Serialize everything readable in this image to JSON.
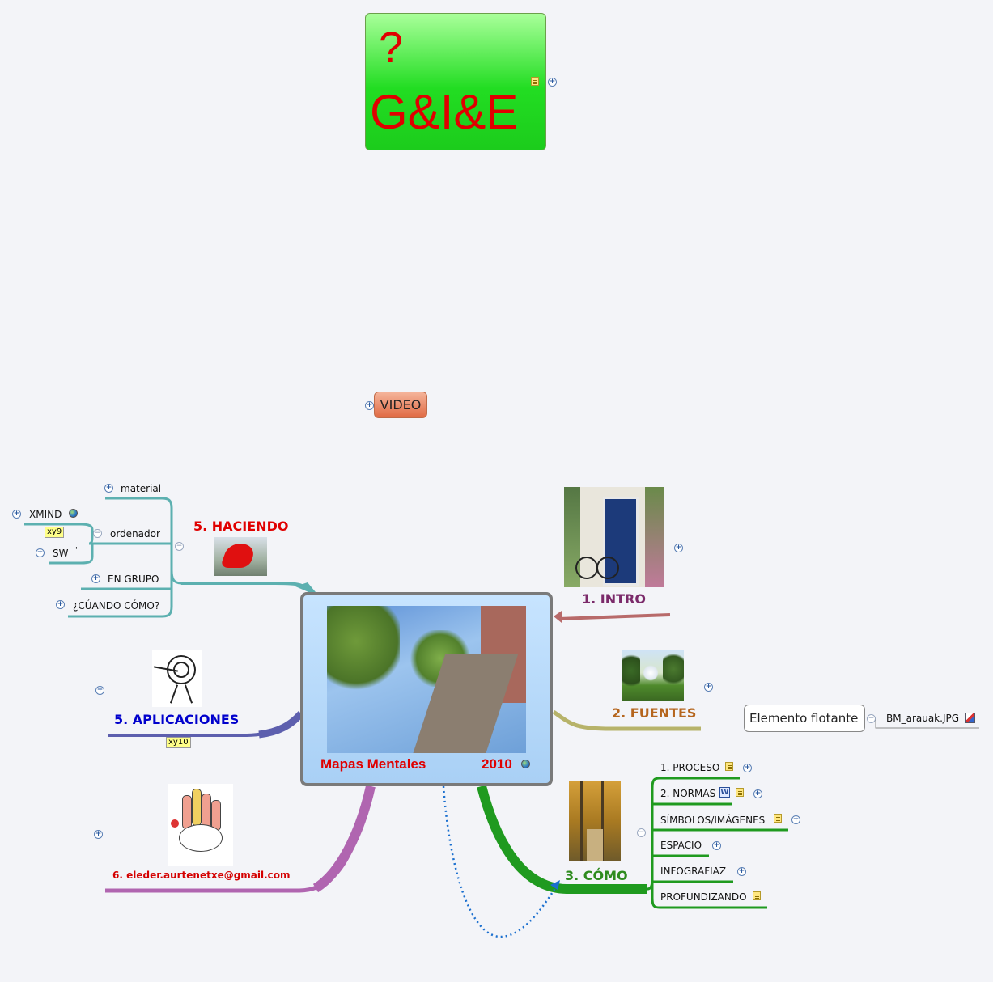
{
  "floating_green": {
    "line1": "?",
    "line2": "G&I&E"
  },
  "video": {
    "label": "VIDEO"
  },
  "center": {
    "title": "Mapas Mentales",
    "year": "2010"
  },
  "branches": {
    "intro": {
      "label": "1. INTRO",
      "color": "#7b2a6a"
    },
    "fuentes": {
      "label": "2. FUENTES",
      "color": "#b5651d"
    },
    "como": {
      "label": "3. CÓMO",
      "color": "#2e8b1e"
    },
    "aplicaciones": {
      "label": "5. APLICACIONES",
      "color": "#0000cc",
      "marker": "xy10"
    },
    "haciendo": {
      "label": "5. HACIENDO",
      "color": "#e00000"
    },
    "email": {
      "label": "6. eleder.aurtenetxe@gmail.com",
      "color": "#d40000"
    }
  },
  "haciendo_children": {
    "material": "material",
    "ordenador": "ordenador",
    "xmind": "XMIND",
    "xmind_marker": "xy9",
    "sw": "SW",
    "sw_suffix": "'",
    "en_grupo": "EN GRUPO",
    "cuando": "¿CÚANDO CÓMO?"
  },
  "como_children": {
    "proceso": "1. PROCESO",
    "normas": "2. NORMAS",
    "simbolos": "SÍMBOLOS/IMÁGENES",
    "espacio": "ESPACIO",
    "infografiaz": "INFOGRAFIAZ",
    "profundizando": "PROFUNDIZANDO"
  },
  "floating_element": {
    "label": "Elemento flotante",
    "child": "BM_arauak.JPG"
  },
  "icons": {
    "note": "note-icon",
    "globe": "globe-icon",
    "word": "word-doc-icon",
    "attachment": "attachment-icon",
    "expand": "expand-icon",
    "collapse": "collapse-icon"
  }
}
